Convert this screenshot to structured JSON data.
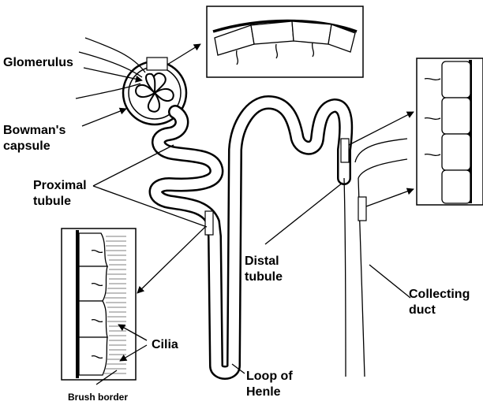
{
  "labels": {
    "glomerulus": "Glomerulus",
    "bowmans_capsule_1": "Bowman's",
    "bowmans_capsule_2": "capsule",
    "proximal_tubule_1": "Proximal",
    "proximal_tubule_2": "tubule",
    "distal_tubule_1": "Distal",
    "distal_tubule_2": "tubule",
    "collecting_duct_1": "Collecting",
    "collecting_duct_2": "duct",
    "loop_of_henle_1": "Loop of",
    "loop_of_henle_2": "Henle",
    "cilia": "Cilia",
    "brush_border": "Brush border"
  }
}
